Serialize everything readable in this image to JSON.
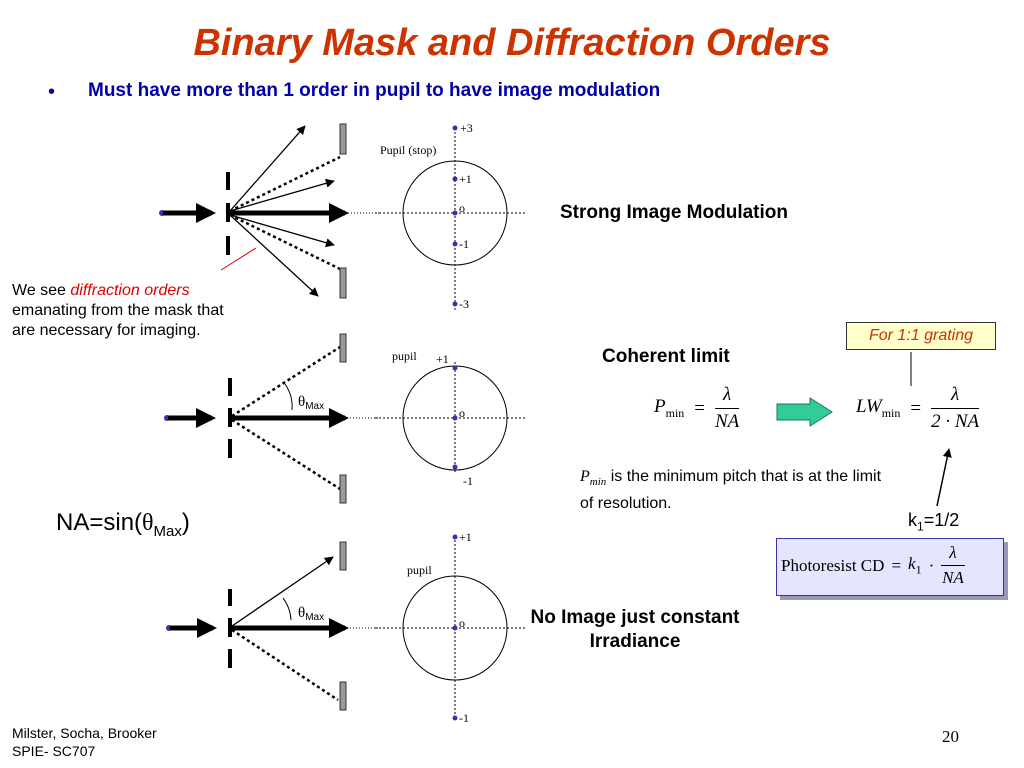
{
  "title": "Binary Mask and Diffraction Orders",
  "bullet": {
    "marker": "•",
    "text": "Must have more than 1 order in pupil to have image modulation"
  },
  "panels": {
    "top": {
      "pupil_label": "Pupil (stop)",
      "orders": [
        "+3",
        "+1",
        "o",
        "-1",
        "-3"
      ],
      "label": "Strong Image Modulation"
    },
    "middle": {
      "pupil_label": "pupil",
      "orders": [
        "+1",
        "o",
        "-1"
      ],
      "theta_symbol": "θ",
      "theta_sub": "Max",
      "label": "Coherent limit"
    },
    "bottom": {
      "pupil_label": "pupil",
      "orders": [
        "+1",
        "o",
        "-1"
      ],
      "theta_symbol": "θ",
      "theta_sub": "Max",
      "label": "No Image just constant Irradiance"
    }
  },
  "note": {
    "prefix": "We see ",
    "highlight": "diffraction orders",
    "suffix": " emanating from the mask that are necessary for imaging."
  },
  "na_equation": {
    "lhs": "NA=sin(",
    "theta": "θ",
    "sub": "Max",
    "close": ")"
  },
  "equations": {
    "pmin": {
      "lhs": "P",
      "sub": "min",
      "eq": "=",
      "num": "λ",
      "den": "NA"
    },
    "lwmin": {
      "lhs": "LW",
      "sub": "min",
      "eq": "=",
      "num": "λ",
      "den": "2 · NA"
    },
    "cd": {
      "lhs": "Photoresist CD",
      "eq": "=",
      "k": "k",
      "k_sub": "1",
      "dot": "·",
      "num": "λ",
      "den": "NA"
    }
  },
  "grating_box": "For 1:1 grating",
  "pmin_desc": {
    "sym": "P",
    "sub": "min",
    "text": " is the minimum pitch that is at the limit of resolution."
  },
  "k1": {
    "k": "k",
    "sub": "1",
    "val": "=1/2"
  },
  "footer": {
    "line1": "Milster, Socha, Brooker",
    "line2": "SPIE- SC707"
  },
  "page_number": "20",
  "colors": {
    "title": "#cc3300",
    "bullet": "#0000aa",
    "highlight": "#dd0000",
    "arrow_fill": "#33cc99",
    "grating_box_bg": "#ffffcc",
    "cd_box_bg": "#e5e5ff"
  }
}
